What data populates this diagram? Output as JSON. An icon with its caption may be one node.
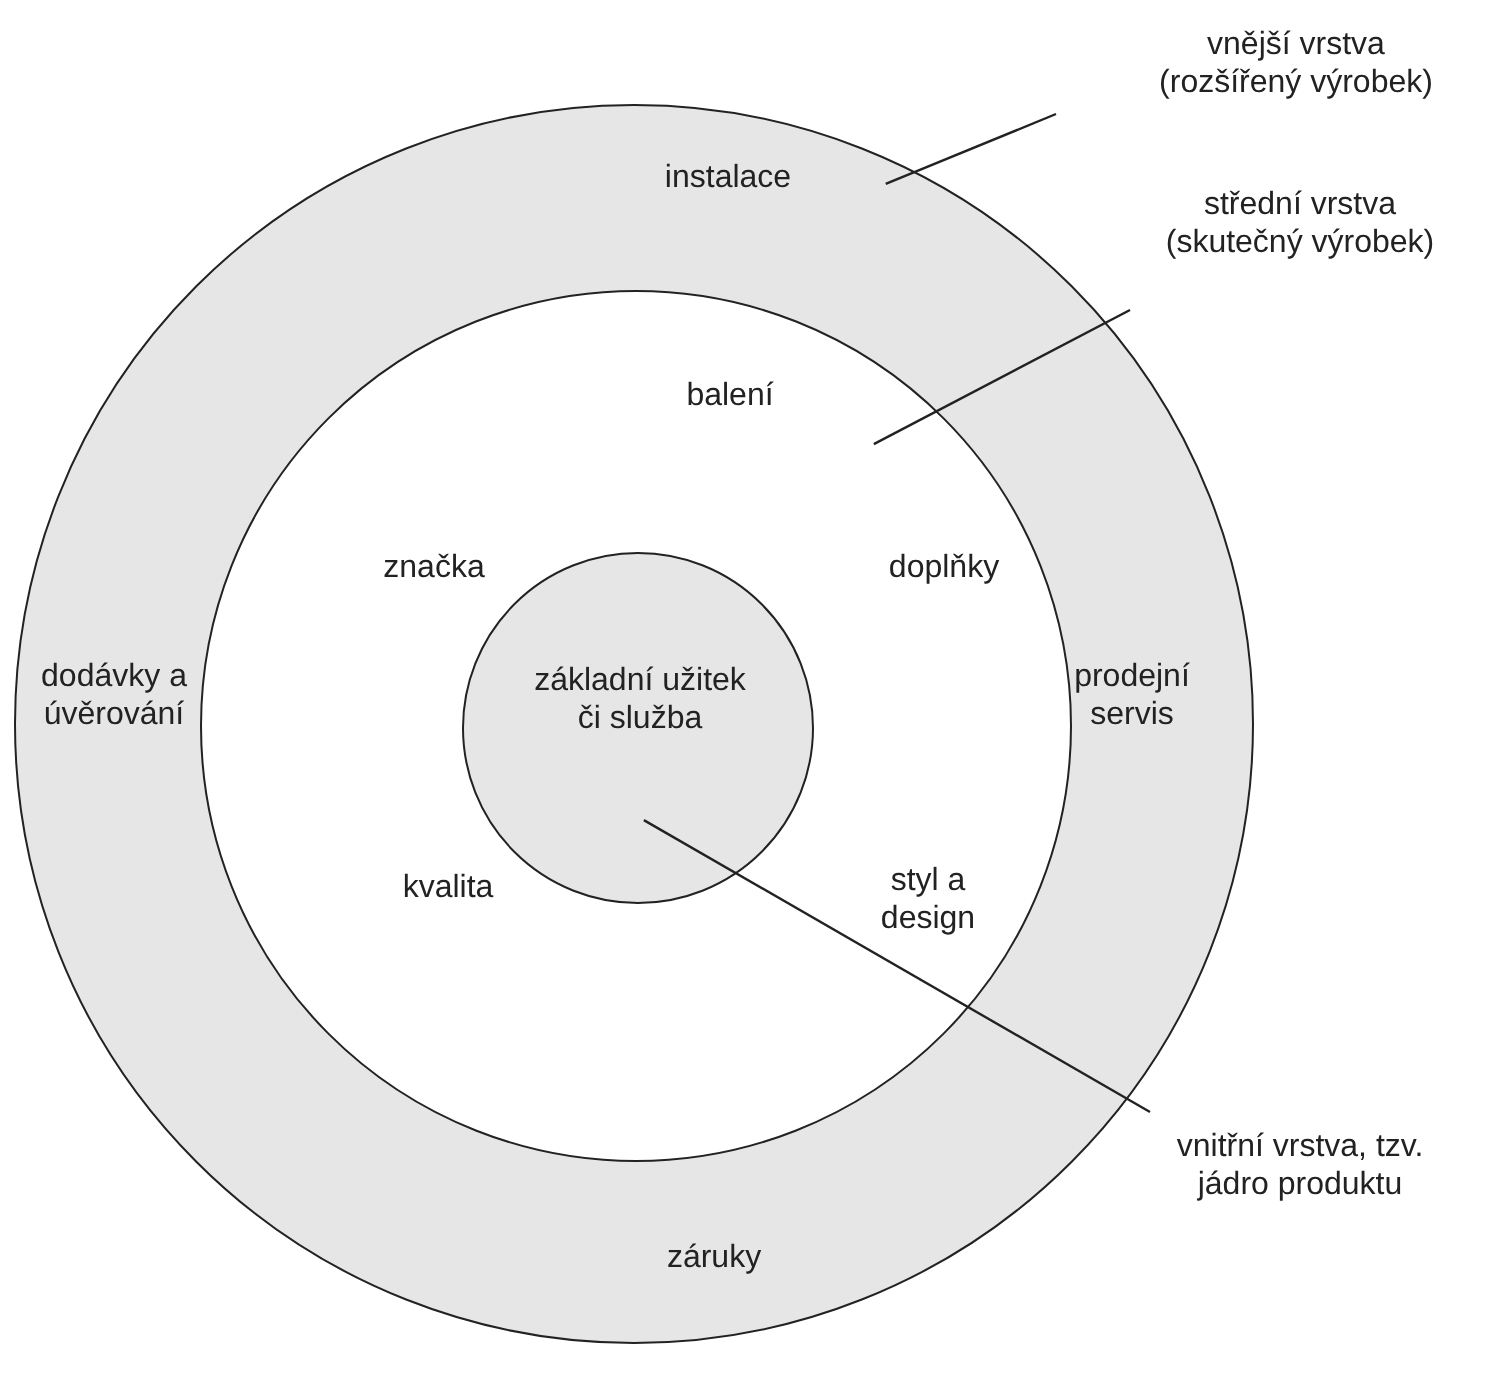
{
  "diagram": {
    "nodes": [
      {
        "text": [
          "instalace",
          "dodávky a úvěrování",
          "prodejní servis",
          "záruky"
        ]
      },
      {
        "text": [
          "balení",
          "značka",
          "doplňky",
          "kvalita",
          "styl a design"
        ],
        "in": 0
      },
      {
        "text": [
          "základní užitek či služba"
        ],
        "in": 1
      },
      {
        "text": [
          "vnější vrstva (rozšířený výrobek)"
        ]
      },
      {
        "text": [
          "střední vrstva (skutečný výrobek)"
        ]
      },
      {
        "text": [
          "vnitřní vrstva, tzv. jádro produktu"
        ]
      }
    ],
    "edges": [
      {
        "from": 3,
        "to": 0,
        "arrow": "none"
      },
      {
        "from": 4,
        "to": 1,
        "arrow": "none"
      },
      {
        "from": 5,
        "to": 2,
        "arrow": "none"
      }
    ]
  }
}
